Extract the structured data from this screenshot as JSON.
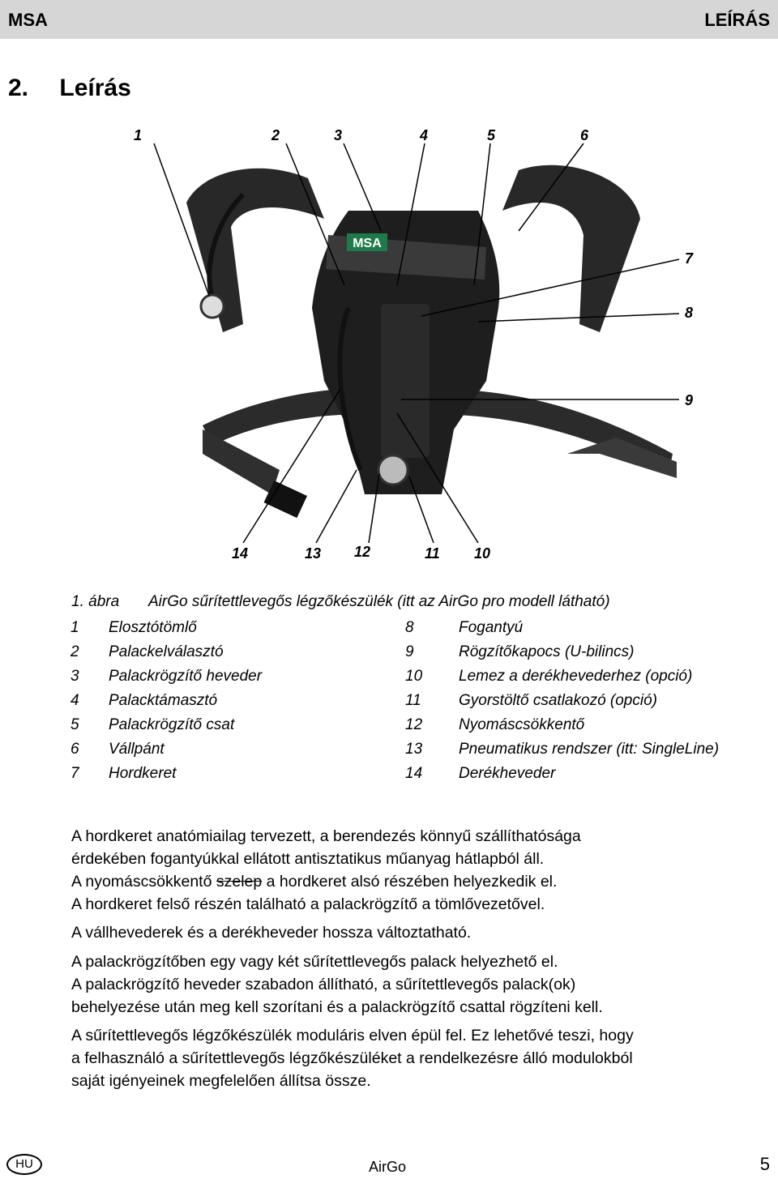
{
  "header": {
    "brand": "MSA",
    "section": "LEÍRÁS"
  },
  "title": {
    "number": "2.",
    "text": "Leírás"
  },
  "figure": {
    "callouts": [
      "1",
      "2",
      "3",
      "4",
      "5",
      "6",
      "7",
      "8",
      "9",
      "14",
      "13",
      "12",
      "11",
      "10"
    ],
    "logo_text": "MSA",
    "caption_number": "1. ábra",
    "caption_text": "AirGo sűrítettlevegős légzőkészülék (itt az AirGo pro modell látható)"
  },
  "legend": [
    {
      "n": "1",
      "t": "Elosztótömlő"
    },
    {
      "n": "2",
      "t": "Palackelválasztó"
    },
    {
      "n": "3",
      "t": "Palackrögzítő heveder"
    },
    {
      "n": "4",
      "t": "Palacktámasztó"
    },
    {
      "n": "5",
      "t": "Palackrögzítő csat"
    },
    {
      "n": "6",
      "t": "Vállpánt"
    },
    {
      "n": "7",
      "t": "Hordkeret"
    },
    {
      "n": "8",
      "t": "Fogantyú"
    },
    {
      "n": "9",
      "t": "Rögzítőkapocs (U-bilincs)"
    },
    {
      "n": "10",
      "t": "Lemez a derékhevederhez (opció)"
    },
    {
      "n": "11",
      "t": "Gyorstöltő csatlakozó (opció)"
    },
    {
      "n": "12",
      "t": "Nyomáscsökkentő"
    },
    {
      "n": "13",
      "t": "Pneumatikus rendszer (itt: SingleLine)"
    },
    {
      "n": "14",
      "t": "Derékheveder"
    }
  ],
  "paragraphs": {
    "p1_l1": "A hordkeret anatómiailag tervezett, a berendezés könnyű szállíthatósága",
    "p1_l2": "érdekében fogantyúkkal ellátott antisztatikus műanyag hátlapból áll.",
    "p1_l3a": "A nyomáscsökkentő ",
    "p1_l3b": "szelep",
    "p1_l3c": " a hordkeret alsó részében helyezkedik el.",
    "p1_l4": "A hordkeret felső részén található a palackrögzítő a tömlővezetővel.",
    "p2": "A vállhevederek és a derékheveder hossza változtatható.",
    "p3_l1": "A palackrögzítőben egy vagy két sűrítettlevegős palack helyezhető el.",
    "p3_l2": "A palackrögzítő heveder szabadon állítható, a sűrítettlevegős palack(ok)",
    "p3_l3": "behelyezése után meg kell szorítani és a palackrögzítő csattal rögzíteni kell.",
    "p4_l1": "A sűrítettlevegős légzőkészülék moduláris elven épül fel. Ez lehetővé teszi, hogy",
    "p4_l2": "a felhasználó a sűrítettlevegős légzőkészüléket a rendelkezésre álló modulokból",
    "p4_l3": "saját igényeinek megfelelően állítsa össze."
  },
  "footer": {
    "lang": "HU",
    "product": "AirGo",
    "page": "5"
  }
}
